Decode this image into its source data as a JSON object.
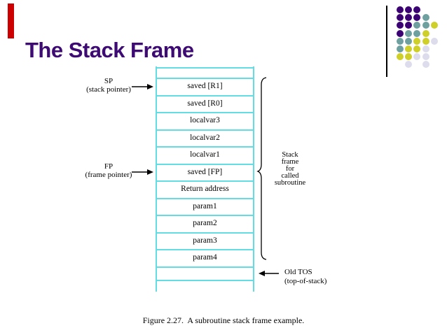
{
  "slide": {
    "title": "The Stack Frame",
    "caption": "Figure 2.27.  A subroutine stack frame example."
  },
  "diagram": {
    "cells": [
      "saved [R1]",
      "saved [R0]",
      "localvar3",
      "localvar2",
      "localvar1",
      "saved [FP]",
      "Return address",
      "param1",
      "param2",
      "param3",
      "param4"
    ],
    "sp_label": {
      "line1": "SP",
      "line2": "(stack pointer)"
    },
    "fp_label": {
      "line1": "FP",
      "line2": "(frame pointer)"
    },
    "brace_label": {
      "lines": [
        "Stack",
        "frame",
        "for",
        "called",
        "subroutine"
      ]
    },
    "old_tos": {
      "line1": "Old TOS",
      "line2": "(top-of-stack)"
    }
  },
  "colors": {
    "title_text": "#3d0b73",
    "table_line": "#63dde3",
    "accent_bar": "#cc0000",
    "corner_rule": "#000000",
    "text": "#000000"
  },
  "decoration": {
    "dot_colors": {
      "P": "#3b0273",
      "T": "#6fa0a0",
      "Y": "#cfcf2a",
      "L": "#dcdcec"
    },
    "dot_grid": [
      [
        "P",
        "P",
        "P",
        null,
        null
      ],
      [
        "P",
        "P",
        "P",
        "T",
        null
      ],
      [
        "P",
        "P",
        "T",
        "T",
        "Y"
      ],
      [
        "P",
        "T",
        "T",
        "Y",
        null
      ],
      [
        "T",
        "T",
        "Y",
        "Y",
        "L"
      ],
      [
        "T",
        "Y",
        "Y",
        "L",
        null
      ],
      [
        "Y",
        "Y",
        "L",
        "L",
        null
      ],
      [
        null,
        "L",
        null,
        "L",
        null
      ]
    ]
  }
}
